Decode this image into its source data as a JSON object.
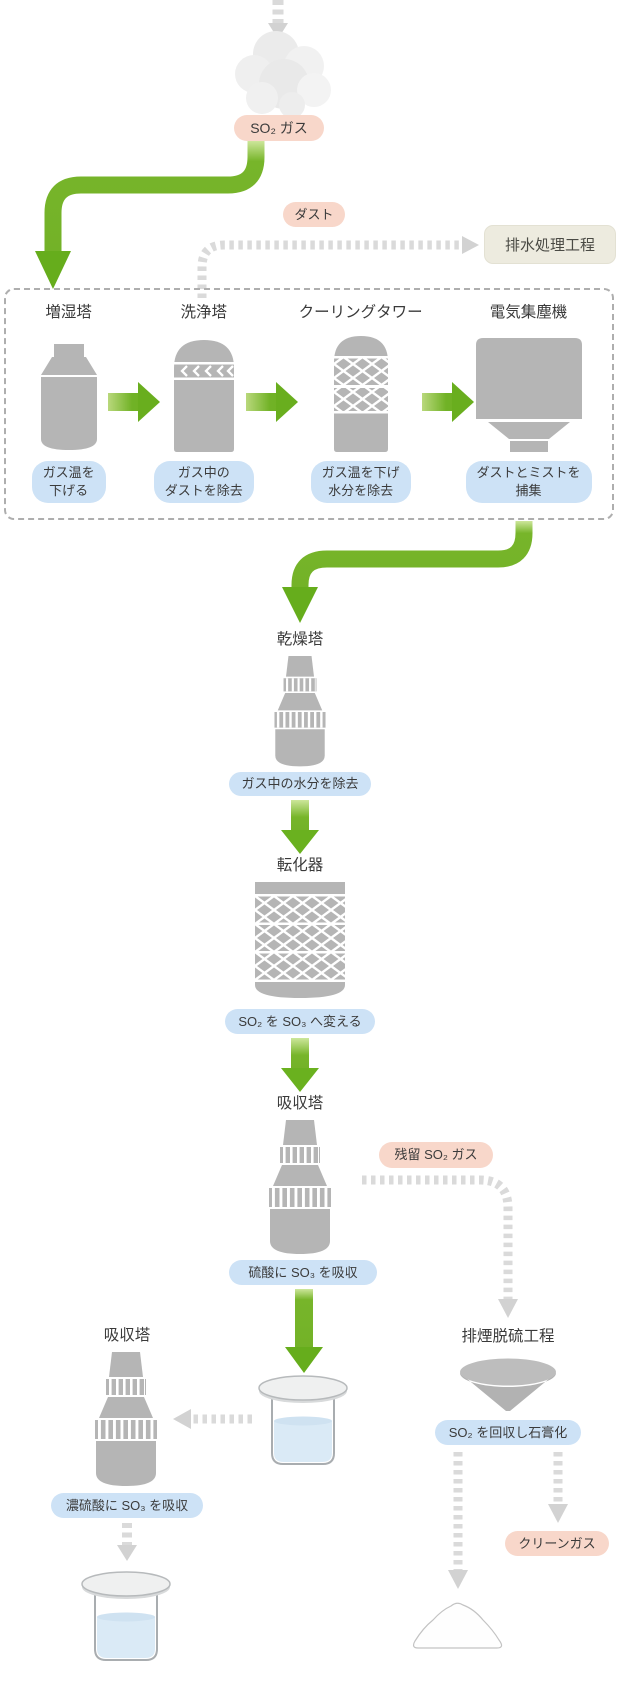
{
  "source": {
    "so2_gas_label": "SO₂ ガス"
  },
  "branch_top": {
    "dust_label": "ダスト",
    "wastewater_box_label": "排水処理工程"
  },
  "pretreatment": {
    "stations": [
      {
        "title": "増湿塔",
        "caption": "ガス温を\n下げる"
      },
      {
        "title": "洗浄塔",
        "caption": "ガス中の\nダストを除去"
      },
      {
        "title": "クーリングタワー",
        "caption": "ガス温を下げ\n水分を除去"
      },
      {
        "title": "電気集塵機",
        "caption": "ダストとミストを\n捕集"
      }
    ]
  },
  "main_flow": {
    "drying_tower": {
      "title": "乾燥塔",
      "caption": "ガス中の水分を除去"
    },
    "converter": {
      "title": "転化器",
      "caption": "SO₂ を SO₃ へ変える"
    },
    "absorption_tower": {
      "title": "吸収塔",
      "caption": "硫酸に SO₃ を吸収"
    }
  },
  "residual_branch": {
    "residual_so2_label": "残留 SO₂ ガス",
    "fgd_title": "排煙脱硫工程",
    "fgd_caption": "SO₂ を回収し石膏化",
    "clean_gas_label": "クリーンガス"
  },
  "final_stage": {
    "absorption_tower2_title": "吸収塔",
    "absorption_tower2_caption": "濃硫酸に SO₃ を吸収"
  },
  "colors": {
    "flow_green": "#76b52a",
    "flow_green_light": "#cde69b",
    "pink_label_bg": "#f8d7ca",
    "blue_label_bg": "#cde2f6",
    "cream_box_bg": "#edebdf",
    "equipment_gray": "#b5b5b5",
    "dashed_arrow_gray": "#dadada"
  }
}
